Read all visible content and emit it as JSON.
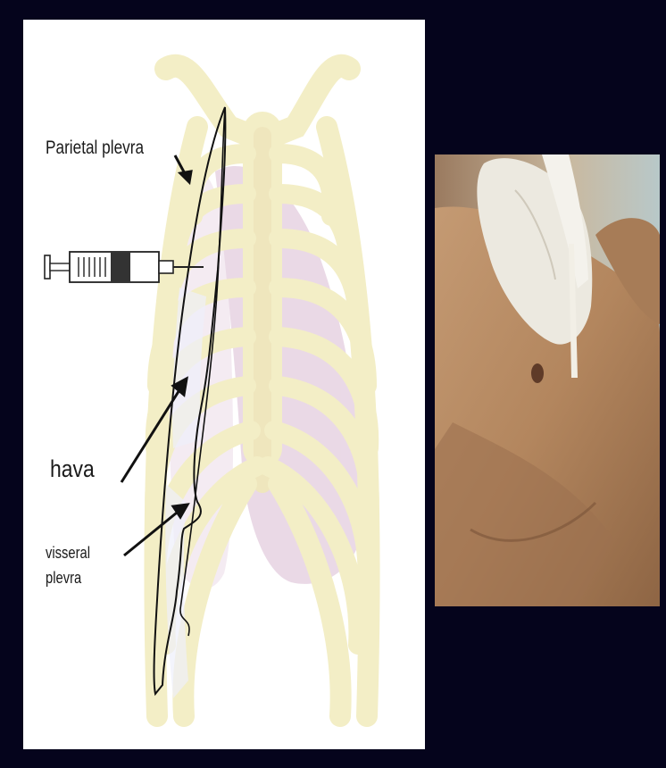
{
  "labels": {
    "parietal": "Parietal plevra",
    "hava": "hava",
    "visseral_line1": "visseral",
    "visseral_line2": "plevra"
  },
  "colors": {
    "background": "#05041c",
    "bone": "#f4efc8",
    "lung": "#e6d3e2",
    "pleura_line": "#111111",
    "skin": "#b98a63",
    "glove": "#ece9e0"
  },
  "icons": {
    "syringe": "syringe-icon",
    "ribcage": "ribcage-illustration",
    "photo": "thoracentesis-photo"
  }
}
